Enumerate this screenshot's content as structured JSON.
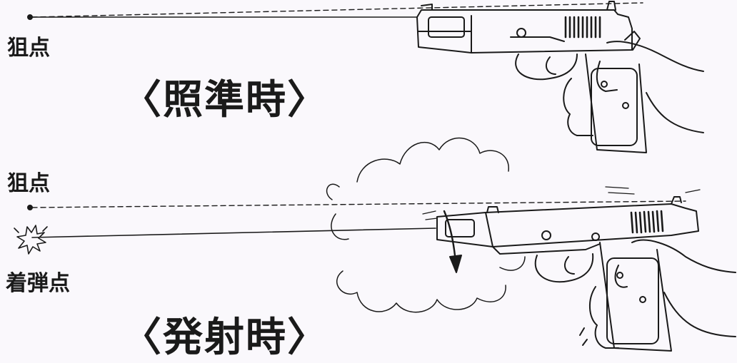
{
  "labels": {
    "aim_point_top": "狙点",
    "title_aiming": "〈照準時〉",
    "aim_point_bottom": "狙点",
    "impact_point": "着弾点",
    "title_firing": "〈発射時〉"
  }
}
